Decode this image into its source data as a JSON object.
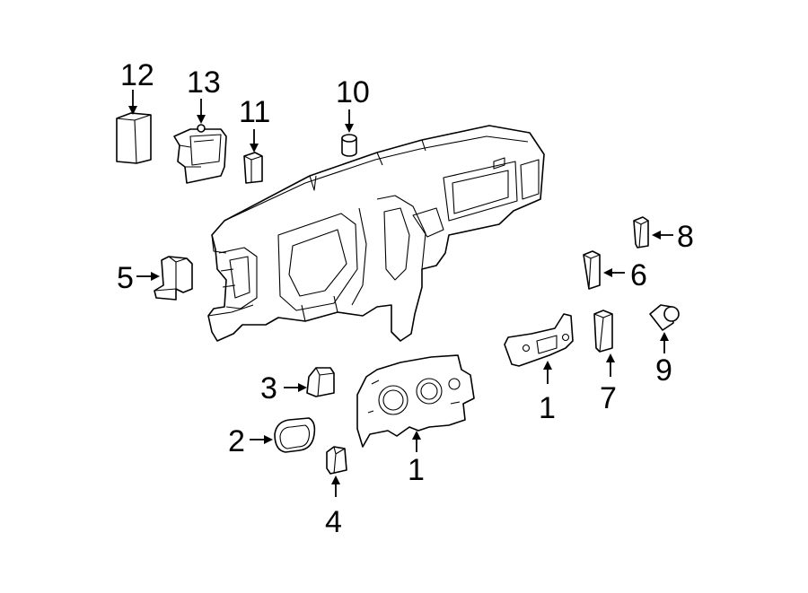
{
  "diagram": {
    "callouts": [
      {
        "id": "c1-cluster",
        "label": "1"
      },
      {
        "id": "c1-panel",
        "label": "1"
      },
      {
        "id": "c2",
        "label": "2"
      },
      {
        "id": "c3",
        "label": "3"
      },
      {
        "id": "c4",
        "label": "4"
      },
      {
        "id": "c5",
        "label": "5"
      },
      {
        "id": "c6",
        "label": "6"
      },
      {
        "id": "c7",
        "label": "7"
      },
      {
        "id": "c8",
        "label": "8"
      },
      {
        "id": "c9",
        "label": "9"
      },
      {
        "id": "c10",
        "label": "10"
      },
      {
        "id": "c11",
        "label": "11"
      },
      {
        "id": "c12",
        "label": "12"
      },
      {
        "id": "c13",
        "label": "13"
      }
    ]
  }
}
